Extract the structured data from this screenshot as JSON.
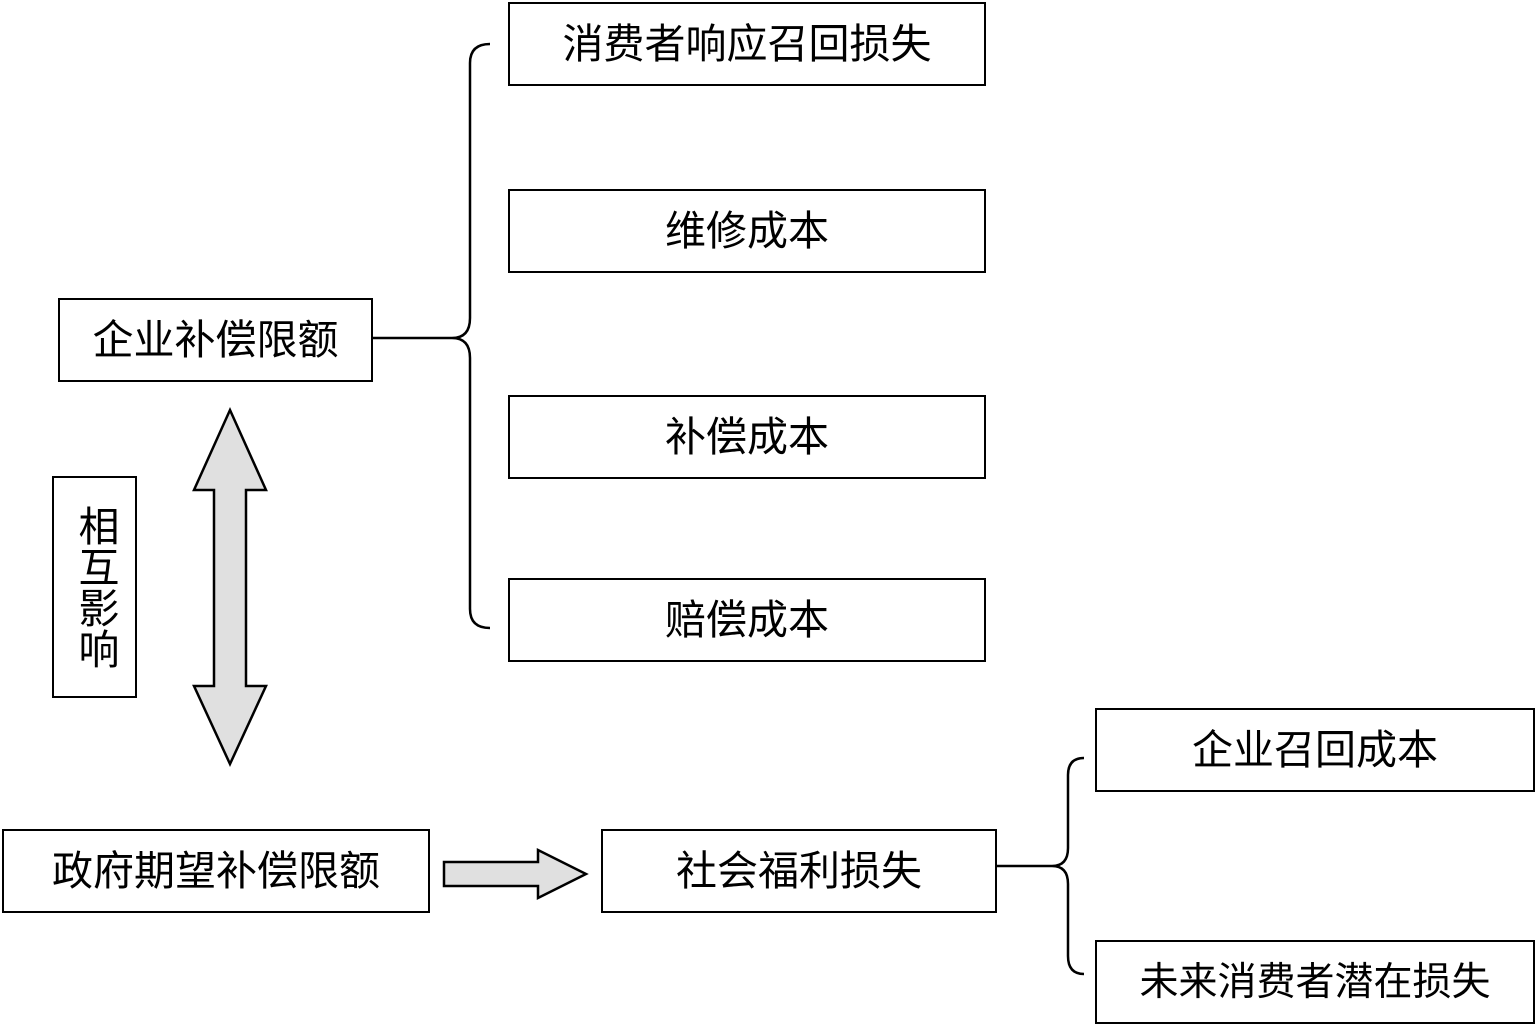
{
  "nodes": {
    "enterprise_limit": "企业补偿限额",
    "consumer_response_loss": "消费者响应召回损失",
    "repair_cost": "维修成本",
    "compensation_cost": "补偿成本",
    "indemnity_cost": "赔偿成本",
    "mutual_influence": "相互影响",
    "gov_expected_limit": "政府期望补偿限额",
    "social_welfare_loss": "社会福利损失",
    "enterprise_recall_cost": "企业召回成本",
    "future_consumer_loss": "未来消费者潜在损失"
  },
  "colors": {
    "line": "#000000",
    "arrow_fill": "#e0e0e0",
    "box_fill": "#ffffff"
  }
}
